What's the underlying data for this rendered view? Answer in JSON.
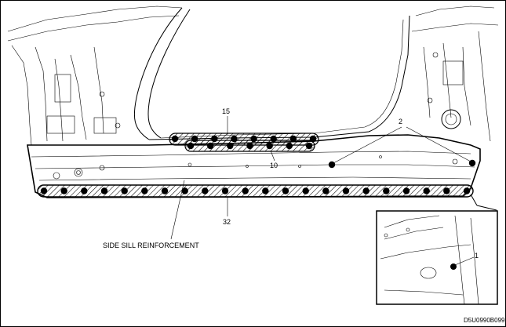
{
  "callouts": {
    "c15": "15",
    "c10": "10",
    "c2": "2",
    "c32": "32",
    "c1": "1"
  },
  "labels": {
    "side_sill_reinforcement": "SIDE SILL REINFORCEMENT"
  },
  "figure_code": "D5U0990B099",
  "weld_groups": {
    "upper_row_a": {
      "count": 8,
      "label": "15"
    },
    "upper_row_b": {
      "count": 7,
      "label": "10"
    },
    "rear_points": {
      "count": 2,
      "label": "2"
    },
    "bottom_row": {
      "count": 22,
      "label": "32"
    },
    "detail_point": {
      "count": 1,
      "label": "1"
    }
  }
}
